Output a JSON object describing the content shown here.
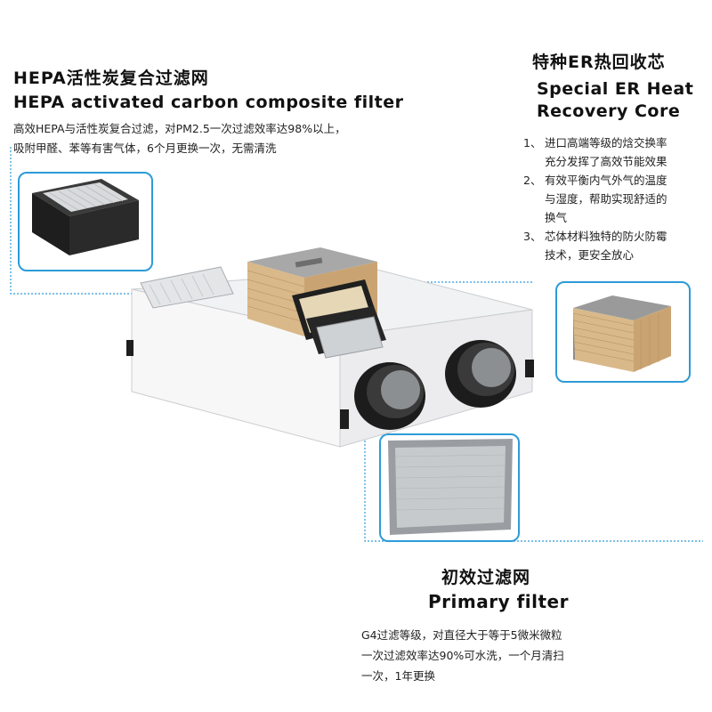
{
  "hepa": {
    "title_cn": "HEPA活性炭复合过滤网",
    "title_en": "HEPA activated carbon composite filter",
    "desc_line1": "高效HEPA与活性炭复合过滤，对PM2.5一次过滤效率达98%以上，",
    "desc_line2": "吸附甲醛、苯等有害气体，6个月更换一次，无需清洗"
  },
  "core": {
    "title_cn": "特种ER热回收芯",
    "title_en_line1": "Special ER Heat",
    "title_en_line2": "Recovery Core",
    "items": [
      {
        "num": "1、",
        "lines": [
          "进口高端等级的焓交换率",
          "充分发挥了高效节能效果"
        ]
      },
      {
        "num": "2、",
        "lines": [
          "有效平衡内气外气的温度",
          "与湿度，帮助实现舒适的",
          "换气"
        ]
      },
      {
        "num": "3、",
        "lines": [
          "芯体材料独特的防火防霉",
          "技术，更安全放心"
        ]
      }
    ]
  },
  "primary": {
    "title_cn": "初效过滤网",
    "title_en": "Primary filter",
    "desc_line1": "G4过滤等级，对直径大于等于5微米微粒",
    "desc_line2": "一次过滤效率达90%可水洗，一个月清扫",
    "desc_line3": "一次，1年更换"
  },
  "colors": {
    "accent": "#2d9bd8",
    "text": "#222222"
  }
}
